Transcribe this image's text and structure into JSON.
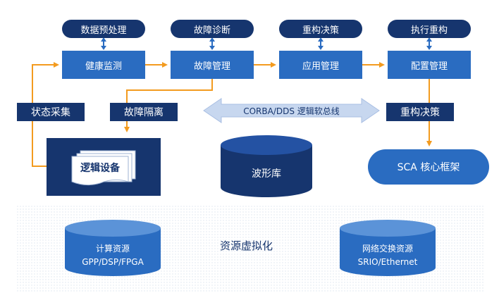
{
  "top_pills": [
    "数据预处理",
    "故障诊断",
    "重构决策",
    "执行重构"
  ],
  "modules": [
    "健康监测",
    "故障管理",
    "应用管理",
    "配置管理"
  ],
  "state_collect": "状态采集",
  "fault_isolation": "故障隔离",
  "bus_label": "CORBA/DDS 逻辑软总线",
  "reconfig_decision": "重构决策",
  "logic_device": "逻辑设备",
  "waveform_lib": "波形库",
  "sca_framework": "SCA 核心框架",
  "virtualization": {
    "title": "资源虚拟化",
    "compute": {
      "name": "计算资源",
      "detail": "GPP/DSP/FPGA"
    },
    "network": {
      "name": "网络交换资源",
      "detail": "SRIO/Ethernet"
    }
  },
  "colors": {
    "dark_navy": "#16356e",
    "module_blue": "#2a6cc1",
    "arrow_orange": "#f39b1f",
    "bus_light": "#c7d7ef"
  }
}
